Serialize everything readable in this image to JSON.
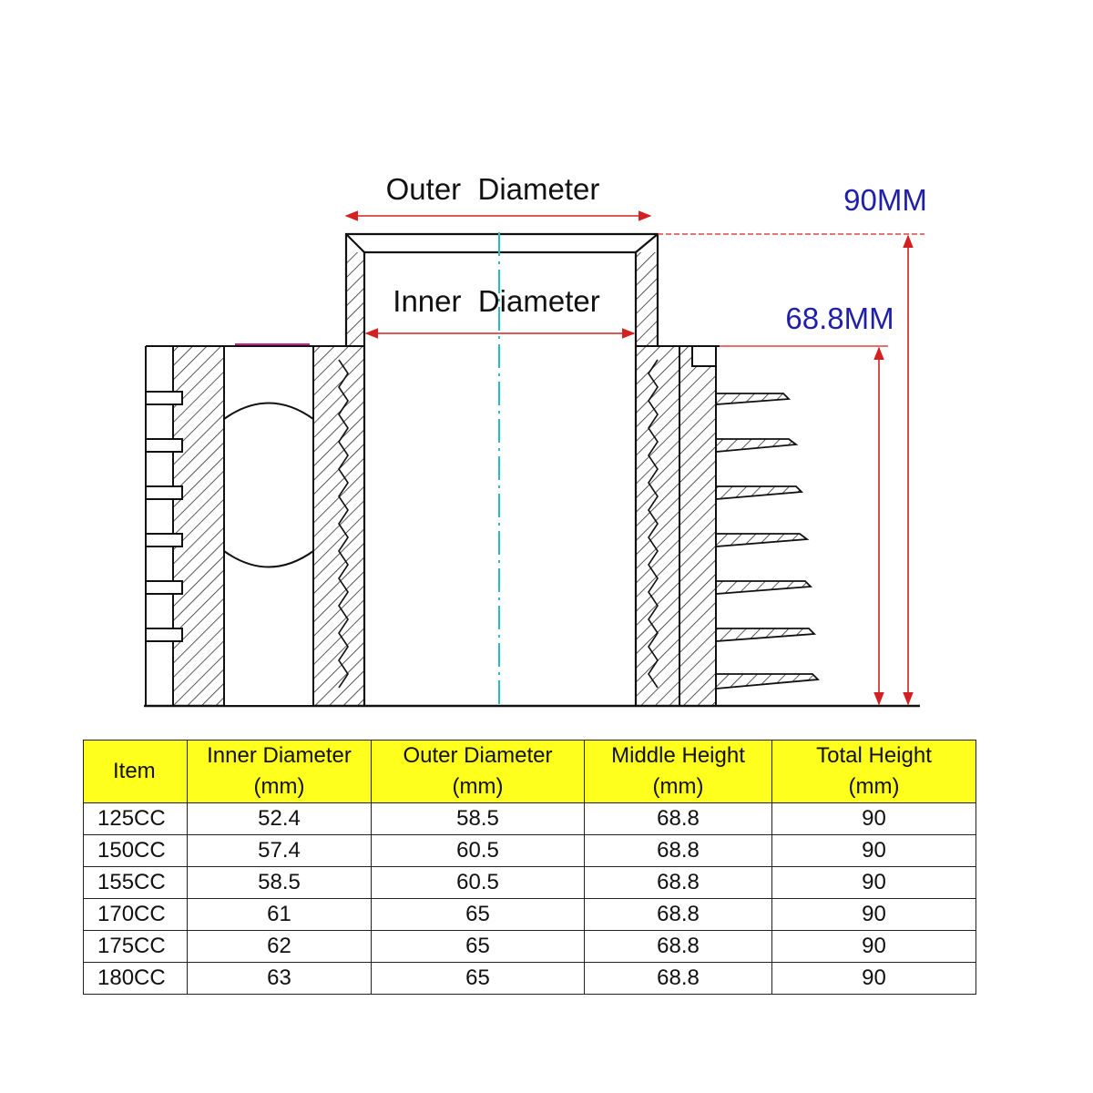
{
  "diagram": {
    "outer_label": "Outer  Diameter",
    "inner_label": "Inner  Diameter",
    "total_height_label": "90MM",
    "middle_height_label": "68.8MM",
    "colors": {
      "dimension_arrow": "#d42020",
      "dimension_text": "#1f1fa8",
      "centerline": "#22c0c0",
      "outline": "#111111"
    }
  },
  "table": {
    "header_color": "#ffff1e",
    "headers": [
      {
        "line1": "Item",
        "line2": ""
      },
      {
        "line1": "Inner Diameter",
        "line2": "(mm)"
      },
      {
        "line1": "Outer Diameter",
        "line2": "(mm)"
      },
      {
        "line1": "Middle Height",
        "line2": "(mm)"
      },
      {
        "line1": "Total Height",
        "line2": "(mm)"
      }
    ],
    "rows": [
      [
        "125CC",
        "52.4",
        "58.5",
        "68.8",
        "90"
      ],
      [
        "150CC",
        "57.4",
        "60.5",
        "68.8",
        "90"
      ],
      [
        "155CC",
        "58.5",
        "60.5",
        "68.8",
        "90"
      ],
      [
        "170CC",
        "61",
        "65",
        "68.8",
        "90"
      ],
      [
        "175CC",
        "62",
        "65",
        "68.8",
        "90"
      ],
      [
        "180CC",
        "63",
        "65",
        "68.8",
        "90"
      ]
    ]
  }
}
